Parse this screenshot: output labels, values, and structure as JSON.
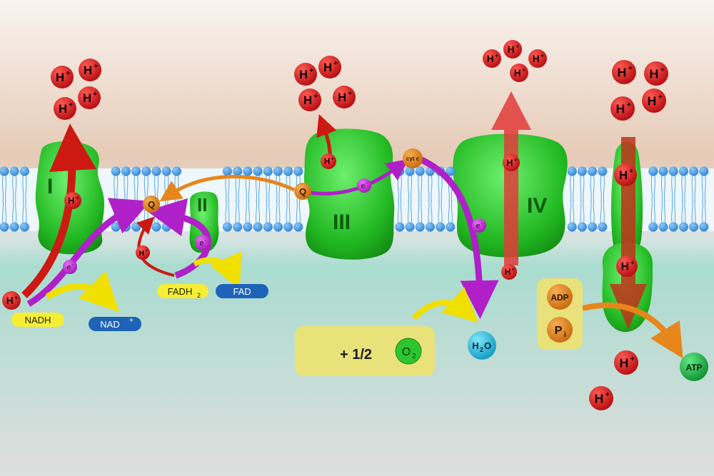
{
  "complexes": {
    "i": "I",
    "ii": "II",
    "iii": "III",
    "iv": "IV"
  },
  "carriers": {
    "q": "Q",
    "cyt_c": "cyt c"
  },
  "proton": {
    "symbol": "H",
    "charge": "+"
  },
  "electron": {
    "symbol": "e",
    "charge": "-"
  },
  "molecules": {
    "nadh": "NADH",
    "nad_plus": "NAD",
    "nad_plus_charge": "+",
    "fadh2": "FADH",
    "fadh2_sub": "2",
    "fad": "FAD",
    "water": "H",
    "water_sub": "2",
    "water_end": "O",
    "oxygen": "O",
    "oxygen_sub": "2",
    "half": "+ 1/2",
    "adp": "ADP",
    "pi": "P",
    "pi_sub": "i",
    "atp": "ATP"
  },
  "colors": {
    "intermembrane": "#ead3c0",
    "matrix": "#b5dcd2",
    "lipid_head": "#3b95e0",
    "protein": "#2fc22f",
    "proton": "#d4141a",
    "electron": "#c22bd8",
    "q": "#ec8a1c",
    "yellow_arrow": "#f2e300",
    "orange_arrow": "#ec8a1c",
    "nadh_pill": "#f6ee35",
    "nad_pill": "#1e63b8",
    "box": "#e9e27a",
    "water": "#23bfe0",
    "oxygen": "#2ec52e",
    "atp": "#1fb847"
  }
}
